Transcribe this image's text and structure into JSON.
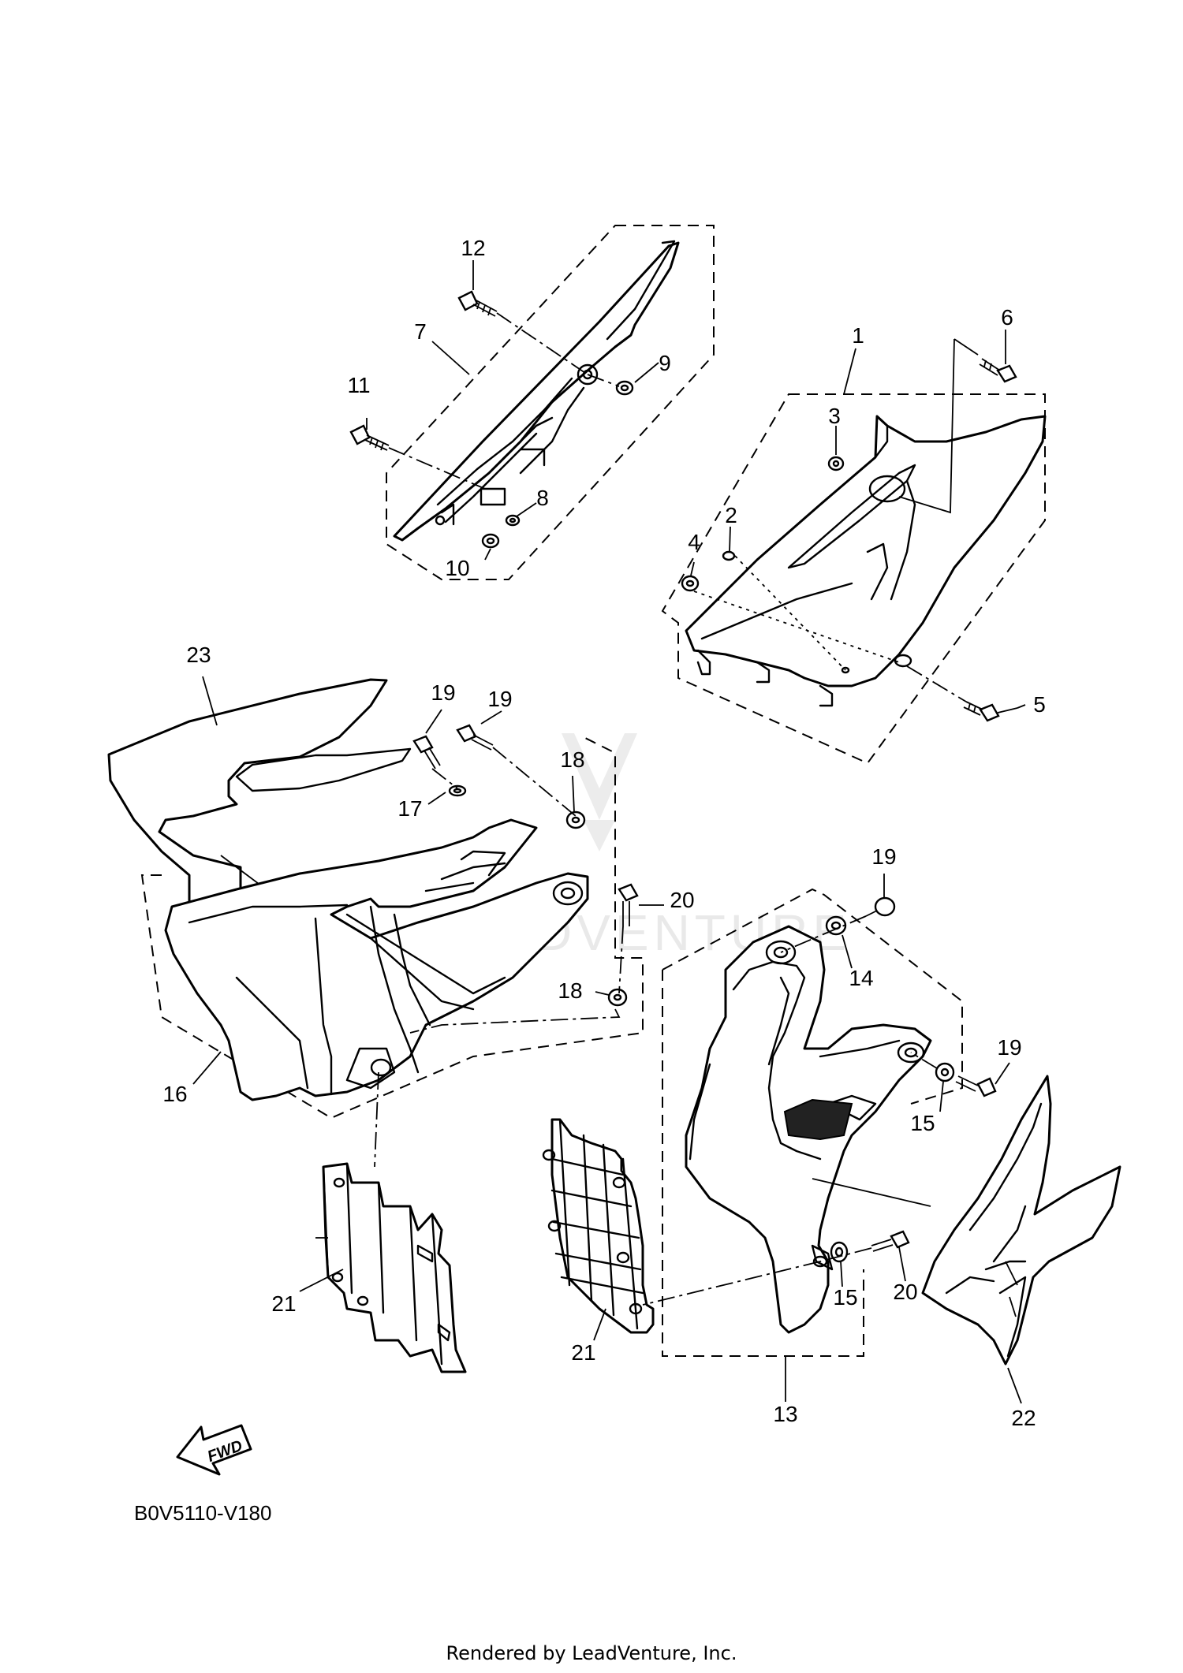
{
  "callouts": [
    {
      "id": "1",
      "label": "1"
    },
    {
      "id": "2",
      "label": "2"
    },
    {
      "id": "3",
      "label": "3"
    },
    {
      "id": "4",
      "label": "4"
    },
    {
      "id": "5",
      "label": "5"
    },
    {
      "id": "6",
      "label": "6"
    },
    {
      "id": "7",
      "label": "7"
    },
    {
      "id": "8",
      "label": "8"
    },
    {
      "id": "9",
      "label": "9"
    },
    {
      "id": "10",
      "label": "10"
    },
    {
      "id": "11",
      "label": "11"
    },
    {
      "id": "12",
      "label": "12"
    },
    {
      "id": "13",
      "label": "13"
    },
    {
      "id": "14",
      "label": "14"
    },
    {
      "id": "15a",
      "label": "15"
    },
    {
      "id": "15b",
      "label": "15"
    },
    {
      "id": "16",
      "label": "16"
    },
    {
      "id": "17",
      "label": "17"
    },
    {
      "id": "18a",
      "label": "18"
    },
    {
      "id": "18b",
      "label": "18"
    },
    {
      "id": "19a",
      "label": "19"
    },
    {
      "id": "19b",
      "label": "19"
    },
    {
      "id": "19c",
      "label": "19"
    },
    {
      "id": "19d",
      "label": "19"
    },
    {
      "id": "20a",
      "label": "20"
    },
    {
      "id": "20b",
      "label": "20"
    },
    {
      "id": "21a",
      "label": "21"
    },
    {
      "id": "21b",
      "label": "21"
    },
    {
      "id": "22",
      "label": "22"
    },
    {
      "id": "23",
      "label": "23"
    }
  ],
  "fwd_arrow_label": "FWD",
  "diagram_code": "B0V5110-V180",
  "footer": "Rendered by LeadVenture, Inc.",
  "watermark": "LEADVENTURE",
  "icons": [
    "fwd-arrow-icon",
    "leadventure-logo-icon"
  ]
}
